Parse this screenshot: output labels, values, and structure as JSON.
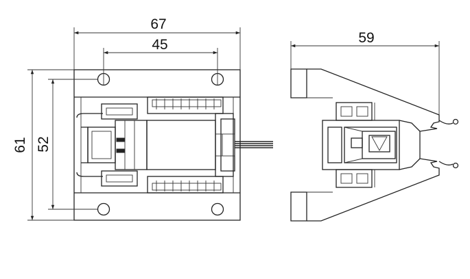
{
  "dimensions": {
    "front_width": "67",
    "hole_spacing_horizontal": "45",
    "front_height": "61",
    "hole_spacing_vertical": "52",
    "side_width": "59"
  },
  "colors": {
    "line": "#222222",
    "background": "#ffffff"
  }
}
